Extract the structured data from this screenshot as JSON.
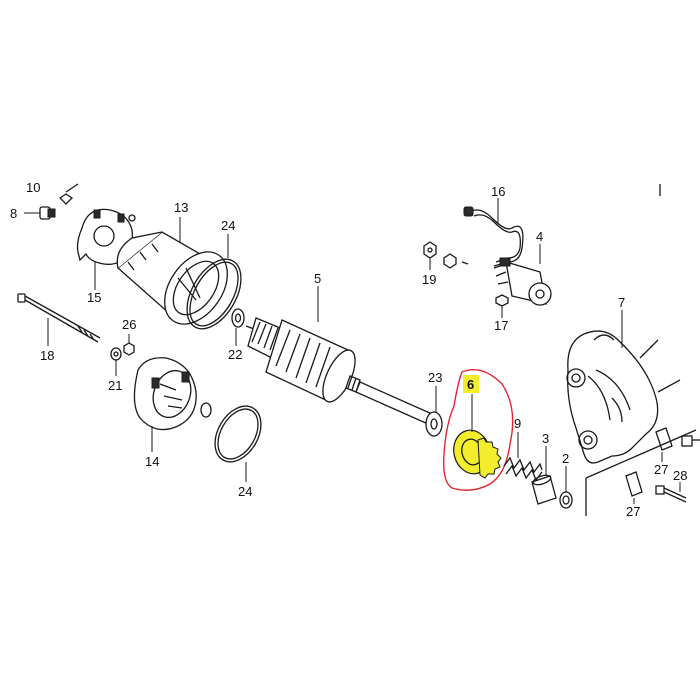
{
  "diagram": {
    "callouts": {
      "c10": "10",
      "c8": "8",
      "c13": "13",
      "c24a": "24",
      "c15": "15",
      "c5": "5",
      "c16": "16",
      "c4": "4",
      "c19": "19",
      "c17": "17",
      "c7": "7",
      "c18": "18",
      "c26": "26",
      "c21": "21",
      "c22": "22",
      "c23": "23",
      "c6": "6",
      "c9": "9",
      "c3": "3",
      "c2": "2",
      "c14": "14",
      "c24b": "24",
      "c27a": "27",
      "c28": "28",
      "c27b": "27"
    },
    "highlight": {
      "part_fill": "#f2ee2e",
      "label_fill": "#f2ee2e",
      "outline_color": "#e0262e"
    }
  }
}
